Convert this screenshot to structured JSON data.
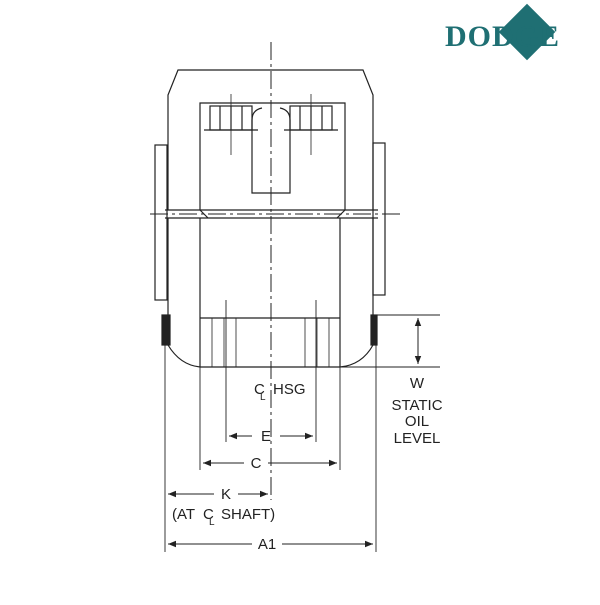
{
  "logo": {
    "text": "DODGE",
    "color": "#1f6f73"
  },
  "labels": {
    "w": "W",
    "static_oil_level": [
      "STATIC",
      "OIL",
      "LEVEL"
    ],
    "cl_hsg": "HSG",
    "cl_symbol": "C",
    "cl_sub": "L",
    "e": "E",
    "c": "C",
    "k": "K",
    "at_cl_shaft_prefix": "(AT",
    "at_cl_shaft_suffix": "SHAFT)",
    "a1": "A1"
  }
}
